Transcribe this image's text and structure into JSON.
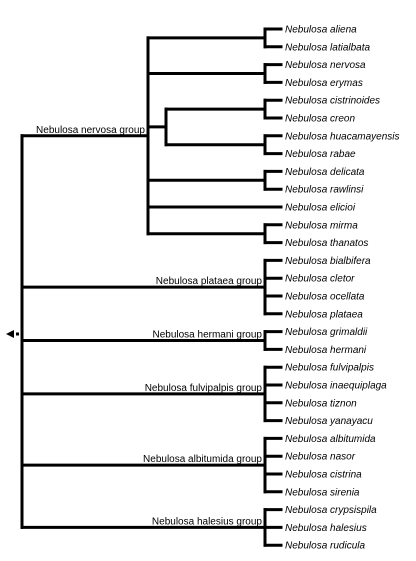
{
  "tree": {
    "groups": [
      {
        "name": "Nebulosa nervosa group",
        "clades": [
          [
            "Nebulosa aliena",
            "Nebulosa latialbata"
          ],
          [
            "Nebulosa nervosa",
            "Nebulosa erymas"
          ],
          [
            [
              "Nebulosa cistrinoides",
              "Nebulosa creon"
            ],
            [
              "Nebulosa huacamayensis",
              "Nebulosa rabae"
            ]
          ],
          [
            "Nebulosa delicata",
            "Nebulosa rawlinsi"
          ],
          "Nebulosa elicioi",
          [
            "Nebulosa mirma",
            "Nebulosa thanatos"
          ]
        ]
      },
      {
        "name": "Nebulosa plataea group",
        "clades": [
          "Nebulosa bialbifera",
          "Nebulosa cletor",
          "Nebulosa ocellata",
          "Nebulosa plataea"
        ]
      },
      {
        "name": "Nebulosa hermani group",
        "clades": [
          "Nebulosa grimaldii",
          "Nebulosa hermani"
        ]
      },
      {
        "name": "Nebulosa fulvipalpis group",
        "clades": [
          "Nebulosa fulvipalpis",
          "Nebulosa inaequiplaga",
          "Nebulosa tiznon",
          "Nebulosa yanayacu"
        ]
      },
      {
        "name": "Nebulosa albitumida group",
        "clades": [
          "Nebulosa albitumida",
          "Nebulosa nasor",
          "Nebulosa cistrina",
          "Nebulosa sirenia"
        ]
      },
      {
        "name": "Nebulosa halesius group",
        "clades": [
          "Nebulosa crypsispila",
          "Nebulosa halesius",
          "Nebulosa rudicula"
        ]
      }
    ]
  },
  "icons": {
    "root": "arrow-left-icon"
  }
}
